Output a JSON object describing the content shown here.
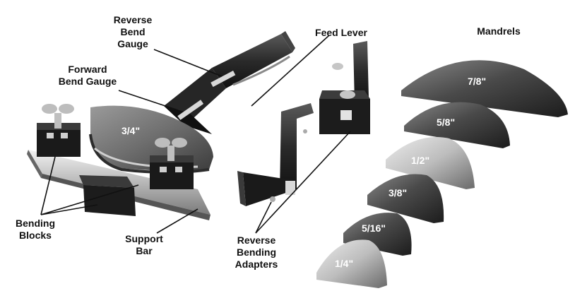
{
  "callouts": {
    "reverse_bend_gauge": [
      "Reverse",
      "Bend",
      "Gauge"
    ],
    "forward_bend_gauge": [
      "Forward",
      "Bend Gauge"
    ],
    "feed_lever": [
      "Feed Lever"
    ],
    "mandrels": [
      "Mandrels"
    ],
    "bending_blocks": [
      "Bending",
      "Blocks"
    ],
    "support_bar": [
      "Support",
      "Bar"
    ],
    "reverse_bending_adapters": [
      "Reverse",
      "Bending",
      "Adapters"
    ]
  },
  "die_label": "3/4\"",
  "mandrel_sizes": [
    "7/8\"",
    "5/8\"",
    "1/2\"",
    "3/8\"",
    "5/16\"",
    "1/4\""
  ],
  "colors": {
    "body_dark": "#1e1e1e",
    "metal_light": "#c9c9c9",
    "metal_mid": "#8f8f8f",
    "line": "#111111"
  }
}
